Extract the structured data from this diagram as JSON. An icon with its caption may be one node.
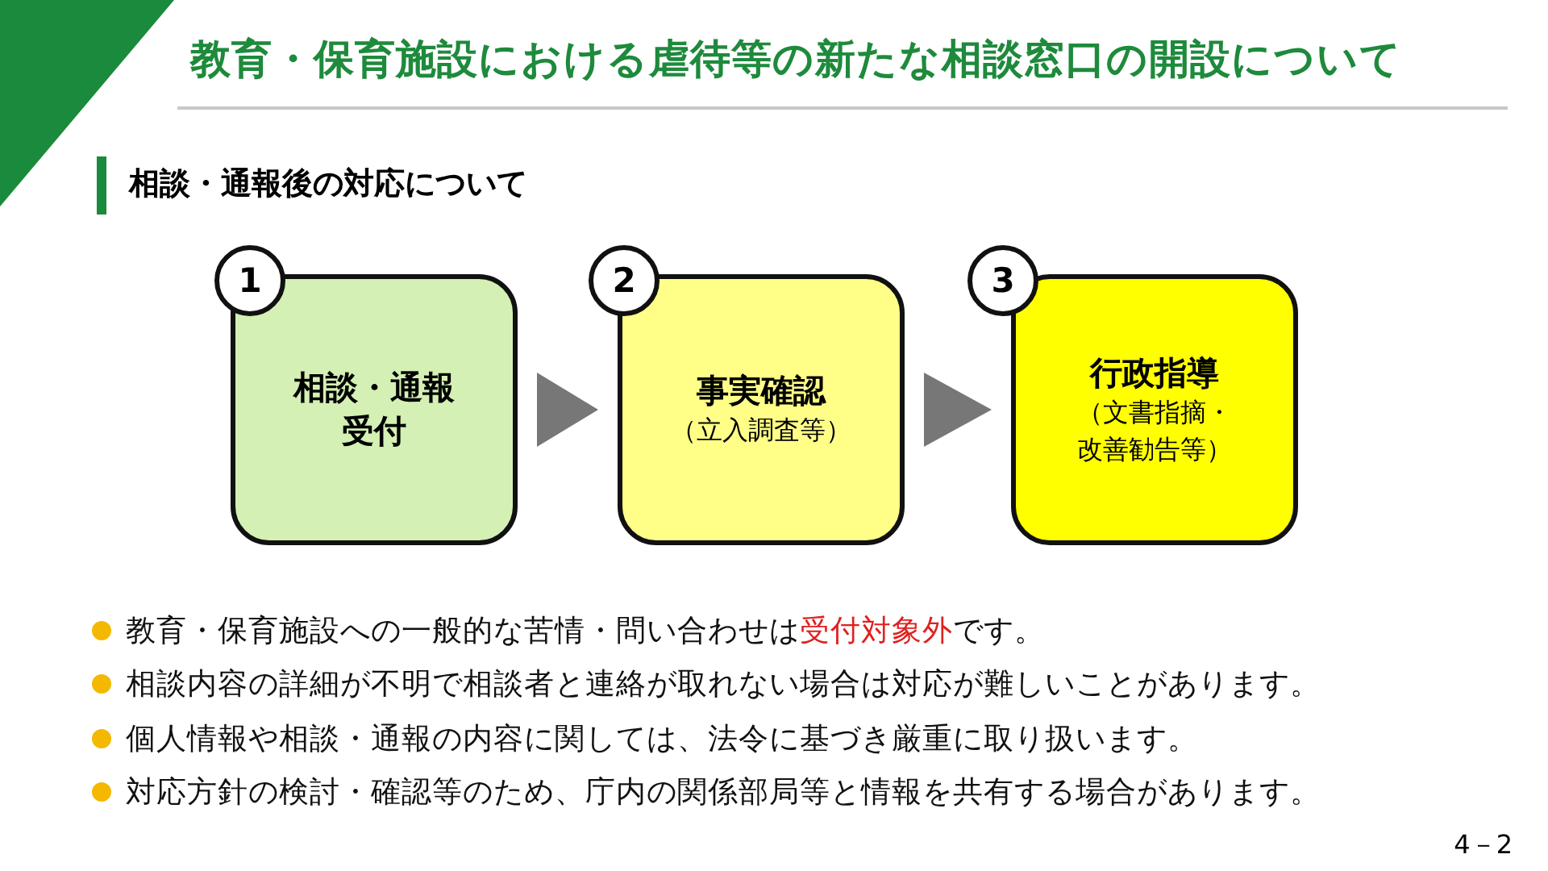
{
  "diagram": {
    "title": "教育・保育施設における虐待等の新たな相談窓口の開設について",
    "nodes": [
      {
        "text": [
          "1"
        ]
      },
      {
        "text": [
          "相談・通報受付"
        ]
      },
      {
        "text": [
          "2"
        ]
      },
      {
        "text": [
          "事実確認",
          "（立入調査等）"
        ]
      },
      {
        "text": [
          "3"
        ]
      },
      {
        "text": [
          "行政指導",
          "（文書指摘・改善勧告等）"
        ]
      }
    ],
    "edges": [
      {
        "from": 1,
        "to": 3,
        "arrow": "to"
      },
      {
        "from": 3,
        "to": 5,
        "arrow": "to"
      }
    ],
    "labels": [
      "相談・通報後の対応について",
      "教育・保育施設への一般的な苦情・問い合わせは**受付対象外**です。",
      "相談内容の詳細が不明で相談者と連絡が取れない場合は対応が難しいことがあります。",
      "個人情報や相談・通報の内容に関しては、法令に基づき厳重に取り扱います。",
      "対応方針の検討・確認等のため、庁内の関係部局等と情報を共有する場合があります。",
      "4－2"
    ]
  }
}
